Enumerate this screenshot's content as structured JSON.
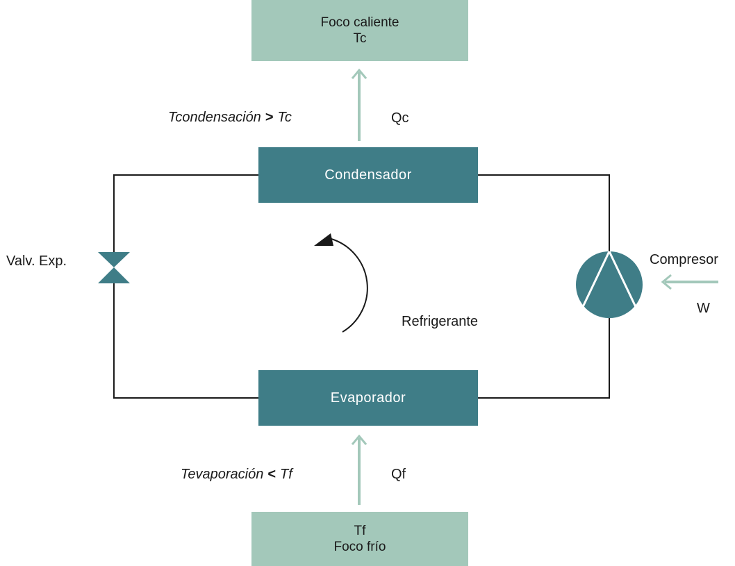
{
  "hot_source": {
    "line1": "Foco caliente",
    "line2": "Tc"
  },
  "cold_source": {
    "line1": "Tf",
    "line2": "Foco frío"
  },
  "condenser": {
    "label": "Condensador"
  },
  "evaporator": {
    "label": "Evaporador"
  },
  "condensation_condition": {
    "left": "Tcondensación",
    "op": ">",
    "right": "Tc"
  },
  "evaporation_condition": {
    "left": "Tevaporación",
    "op": "<",
    "right": "Tf"
  },
  "heat_out_label": "Qc",
  "heat_in_label": "Qf",
  "valve_label": "Valv. Exp.",
  "compressor_label": "Compresor",
  "work_label": "W",
  "refrigerant_label": "Refrigerante",
  "colors": {
    "light_box": "#a3c8ba",
    "dark_box": "#3f7d87",
    "arrow": "#a3c8ba",
    "line": "#1a1a1a"
  }
}
